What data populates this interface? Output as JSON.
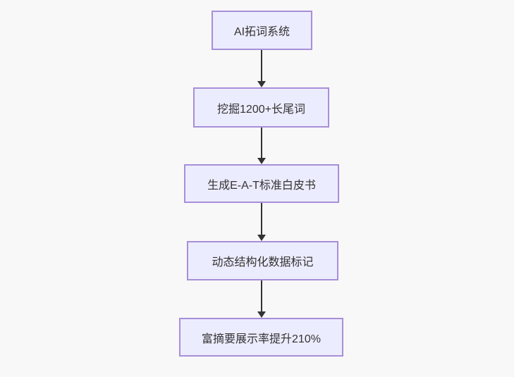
{
  "canvas": {
    "background_color": "#f8f8f8"
  },
  "flowchart": {
    "type": "flowchart",
    "direction": "top-down",
    "node_fill_color": "#ececff",
    "node_border_color": "#a78fd8",
    "arrow_color": "#333333",
    "text_color": "#333333",
    "nodes": [
      {
        "id": "node-1",
        "label": "AI拓词系统"
      },
      {
        "id": "node-2",
        "label": "挖掘1200+长尾词"
      },
      {
        "id": "node-3",
        "label": "生成E-A-T标准白皮书"
      },
      {
        "id": "node-4",
        "label": "动态结构化数据标记"
      },
      {
        "id": "node-5",
        "label": "富摘要展示率提升210%"
      }
    ],
    "edges": [
      {
        "from": "node-1",
        "to": "node-2"
      },
      {
        "from": "node-2",
        "to": "node-3"
      },
      {
        "from": "node-3",
        "to": "node-4"
      },
      {
        "from": "node-4",
        "to": "node-5"
      }
    ]
  }
}
